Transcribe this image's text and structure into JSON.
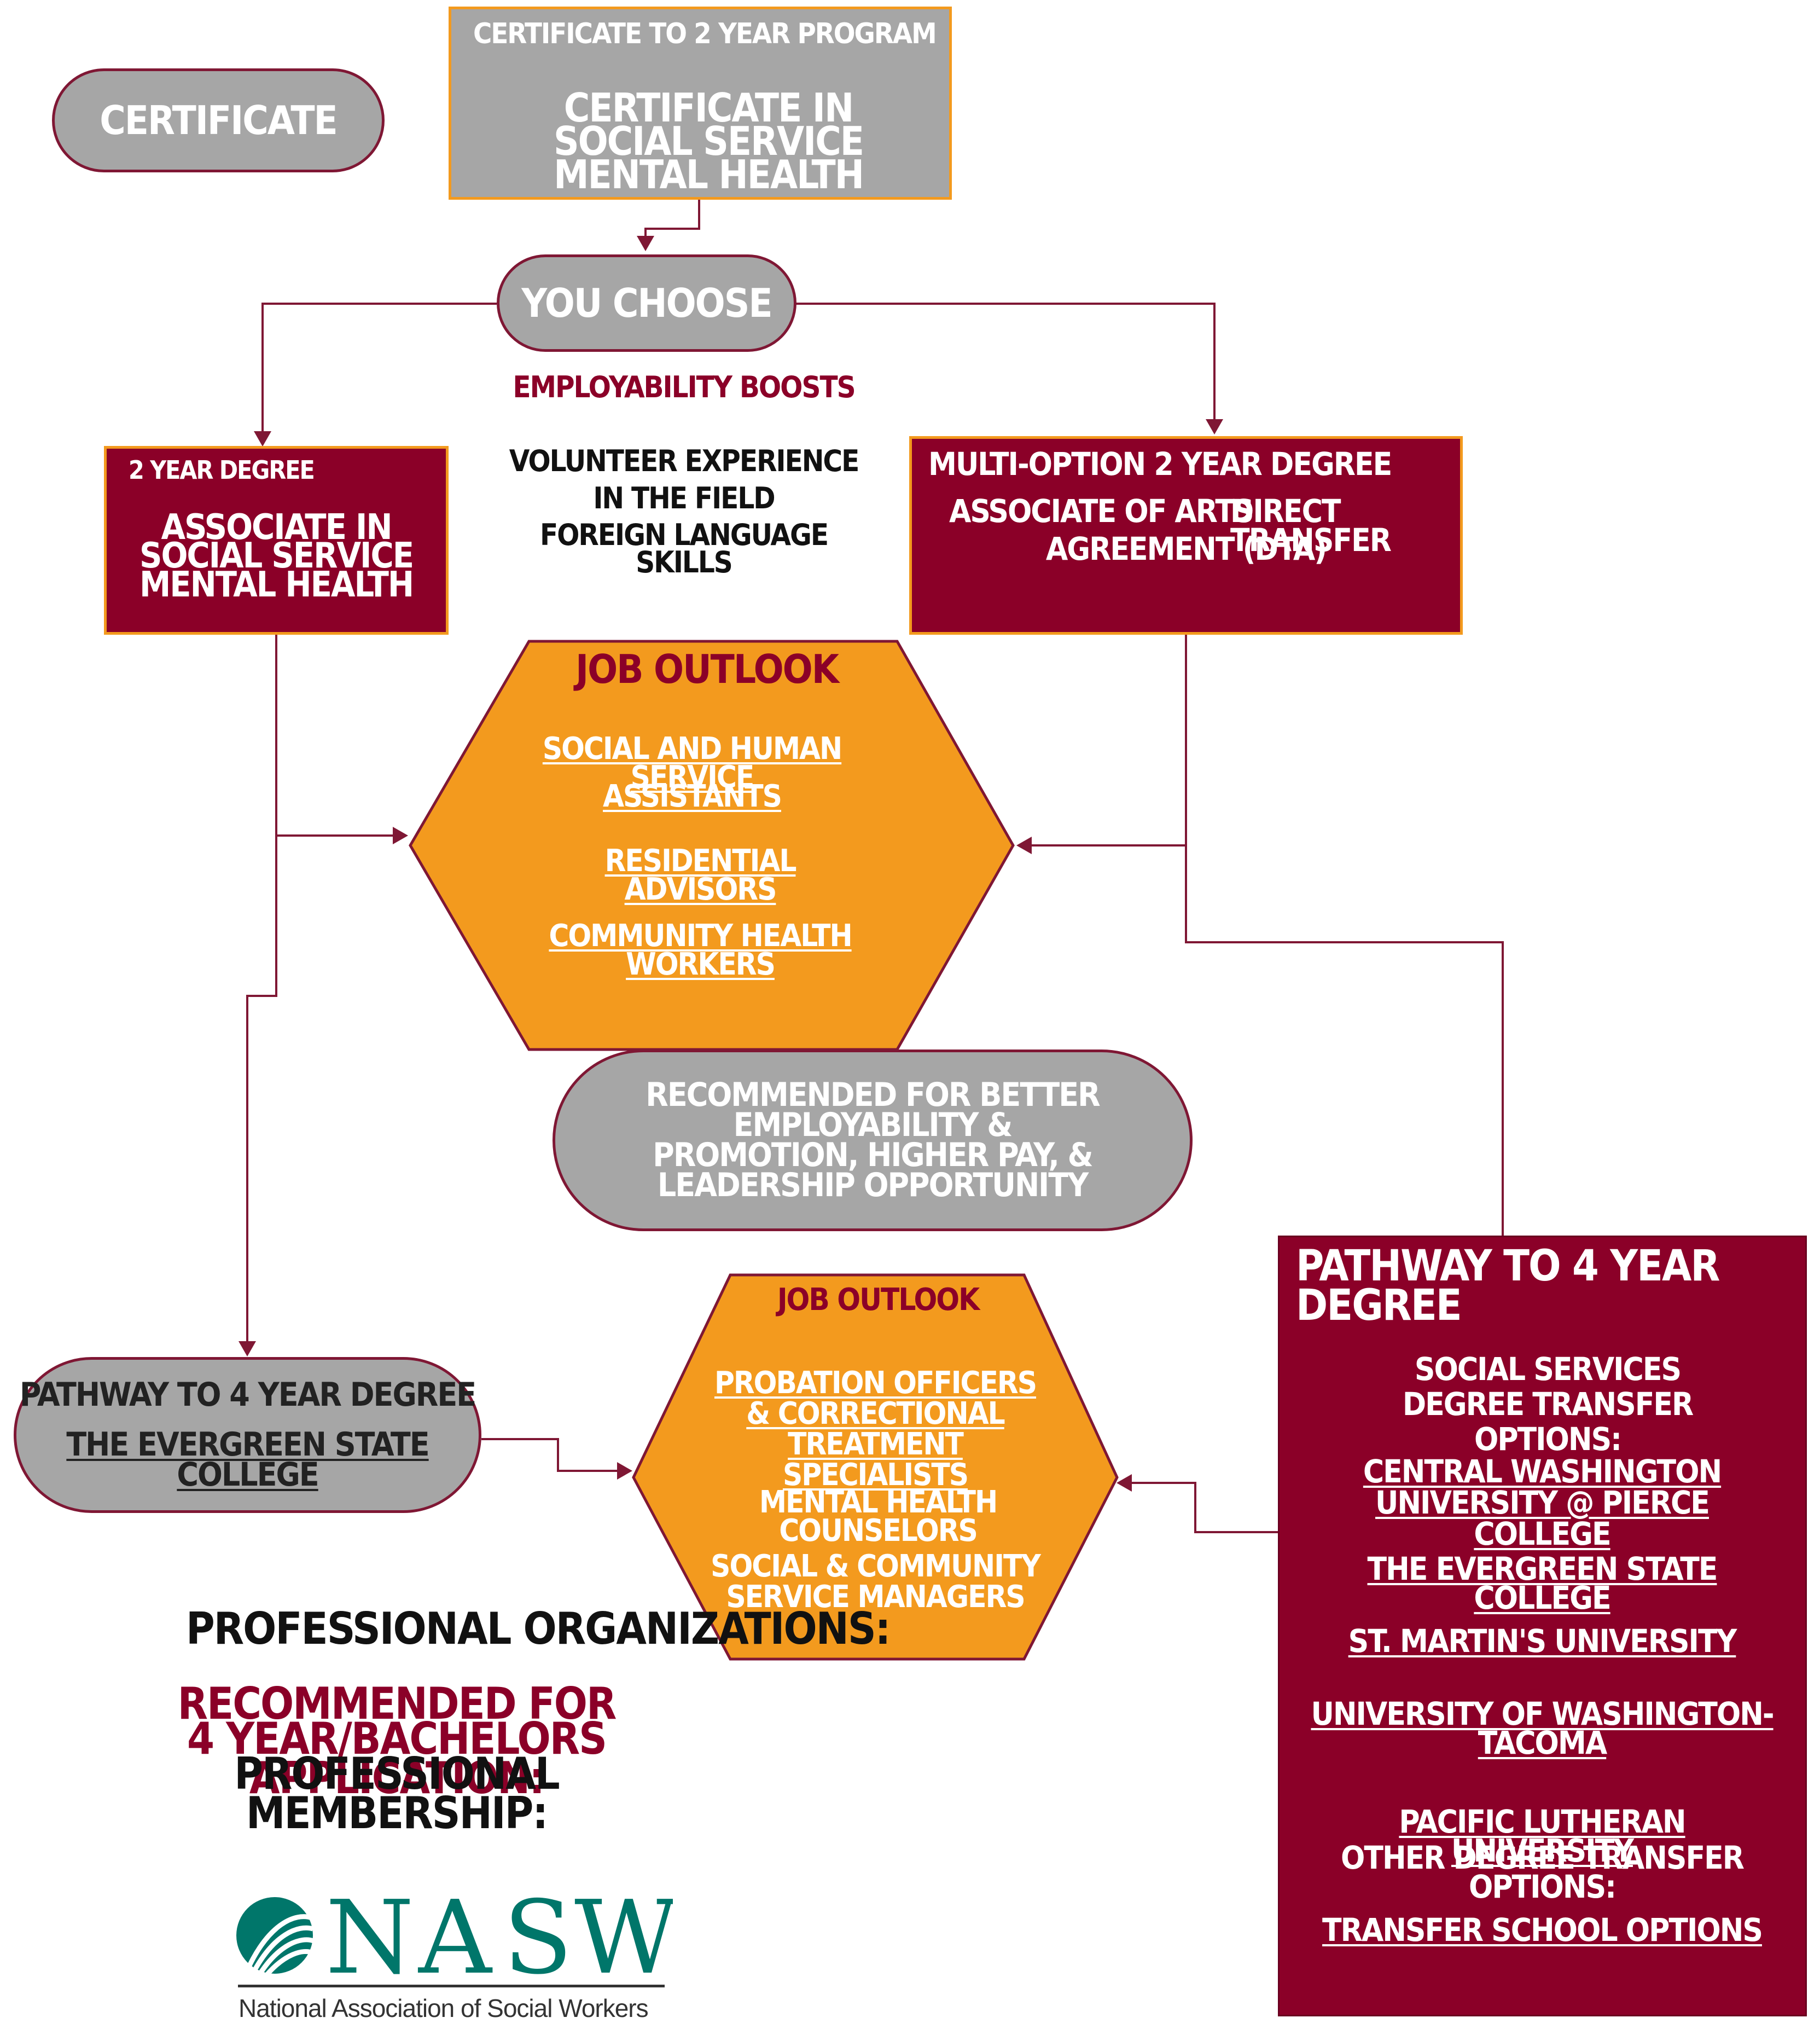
{
  "certificate_pill": {
    "label": "CERTIFICATE"
  },
  "certificate_box": {
    "header": "CERTIFICATE TO 2 YEAR PROGRAM",
    "title": "CERTIFICATE IN SOCIAL SERVICE MENTAL HEALTH"
  },
  "you_choose": {
    "label": "YOU CHOOSE"
  },
  "employability": {
    "heading": "EMPLOYABILITY BOOSTS",
    "items": [
      "VOLUNTEER EXPERIENCE",
      "IN THE FIELD",
      "FOREIGN LANGUAGE SKILLS"
    ]
  },
  "two_year_box": {
    "header": "2 YEAR DEGREE",
    "title": "ASSOCIATE IN SOCIAL SERVICE MENTAL HEALTH"
  },
  "multi_option_box": {
    "header": "MULTI-OPTION 2 YEAR DEGREE",
    "option_a": "ASSOCIATE OF ARTS",
    "option_b": "DIRECT TRANSFER",
    "option_b2": "AGREEMENT (DTA)"
  },
  "job_outlook_1": {
    "title": "JOB OUTLOOK",
    "items": [
      "SOCIAL AND HUMAN SERVICE",
      "ASSISTANTS",
      "RESIDENTIAL ADVISORS",
      "COMMUNITY HEALTH WORKERS"
    ]
  },
  "recommended_pill": {
    "line1": "RECOMMENDED FOR BETTER EMPLOYABILITY &",
    "line2": "PROMOTION, HIGHER PAY, & LEADERSHIP OPPORTUNITY"
  },
  "evergreen_pill": {
    "header": "PATHWAY TO 4 YEAR DEGREE",
    "link": "THE EVERGREEN STATE COLLEGE"
  },
  "job_outlook_2": {
    "title": "JOB OUTLOOK",
    "item1": "PROBATION OFFICERS & CORRECTIONAL TREATMENT SPECIALISTS",
    "item2": "MENTAL HEALTH COUNSELORS",
    "item3": "SOCIAL & COMMUNITY SERVICE MANAGERS"
  },
  "pathway_box": {
    "title": "PATHWAY TO 4 YEAR DEGREE",
    "subtitle": "SOCIAL SERVICES DEGREE TRANSFER OPTIONS:",
    "links": [
      "CENTRAL WASHINGTON UNIVERSITY @ PIERCE COLLEGE",
      "THE EVERGREEN STATE COLLEGE",
      "ST. MARTIN'S UNIVERSITY",
      "UNIVERSITY OF WASHINGTON-TACOMA",
      "PACIFIC LUTHERAN UNIVERSITY"
    ],
    "other_label": "OTHER DEGREE TRANSFER OPTIONS:",
    "transfer_link": "TRANSFER SCHOOL OPTIONS"
  },
  "professional": {
    "organizations": "PROFESSIONAL ORGANIZATIONS:",
    "recommended_line1": "RECOMMENDED FOR",
    "recommended_line2": "4 YEAR/BACHELORS APPLICATION:",
    "membership": "PROFESSIONAL MEMBERSHIP:"
  },
  "nasw_logo": {
    "letters": "NASW",
    "tagline": "National Association of Social Workers"
  },
  "colors": {
    "maroon": "#8b0028",
    "orange": "#f39a1e",
    "grey": "#a6a6a6",
    "teal": "#00766a"
  }
}
